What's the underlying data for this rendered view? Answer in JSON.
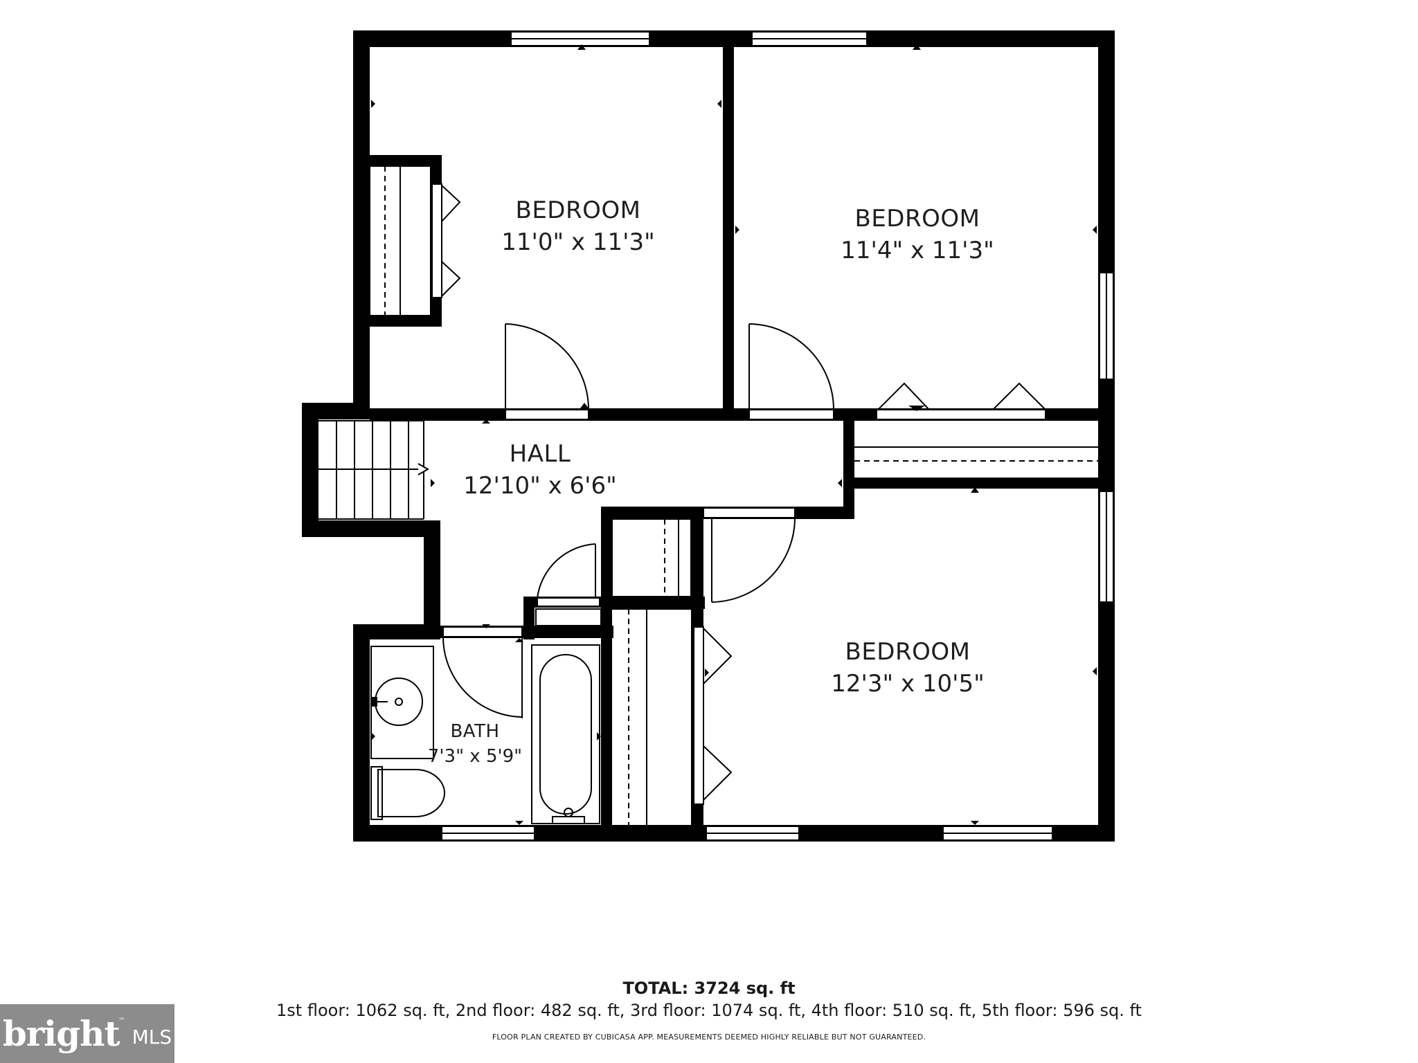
{
  "rooms": [
    {
      "id": "bedroom-1",
      "name": "BEDROOM",
      "dims": "11'0\" x 11'3\""
    },
    {
      "id": "bedroom-2",
      "name": "BEDROOM",
      "dims": "11'4\" x 11'3\""
    },
    {
      "id": "hall",
      "name": "HALL",
      "dims": "12'10\" x 6'6\""
    },
    {
      "id": "bedroom-3",
      "name": "BEDROOM",
      "dims": "12'3\" x 10'5\""
    },
    {
      "id": "bath",
      "name": "BATH",
      "dims": "7'3\" x 5'9\""
    }
  ],
  "footer": {
    "total": "TOTAL: 3724 sq. ft",
    "floors": "1st floor: 1062 sq. ft, 2nd floor: 482 sq. ft, 3rd floor: 1074 sq. ft, 4th floor: 510 sq. ft, 5th floor: 596 sq. ft",
    "disclaimer": "FLOOR PLAN CREATED BY CUBICASA APP. MEASUREMENTS DEEMED HIGHLY RELIABLE BUT NOT GUARANTEED."
  },
  "logo": {
    "brand": "bright",
    "trademark": "™",
    "suffix": "MLS"
  },
  "colors": {
    "wall": "#000000",
    "fixture": "#222222",
    "logo_bg": "#8c8c8c",
    "logo_accent": "#c8102e"
  }
}
